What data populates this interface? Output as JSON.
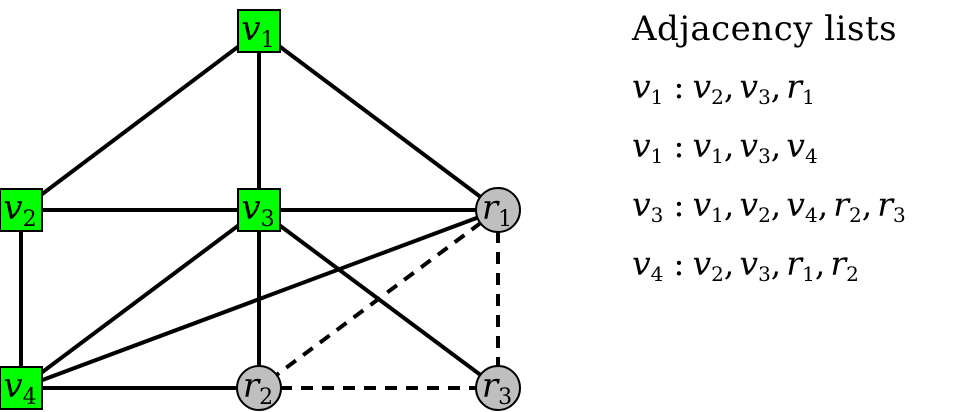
{
  "colors": {
    "vertex_fill": "#00ff00",
    "r_fill": "#bfbfbf",
    "stroke": "#000000",
    "background": "#ffffff"
  },
  "nodes": [
    {
      "id": "v1",
      "letter": "v",
      "sub": "1",
      "shape": "square"
    },
    {
      "id": "v2",
      "letter": "v",
      "sub": "2",
      "shape": "square"
    },
    {
      "id": "v3",
      "letter": "v",
      "sub": "3",
      "shape": "square"
    },
    {
      "id": "v4",
      "letter": "v",
      "sub": "4",
      "shape": "square"
    },
    {
      "id": "r1",
      "letter": "r",
      "sub": "1",
      "shape": "circle"
    },
    {
      "id": "r2",
      "letter": "r",
      "sub": "2",
      "shape": "circle"
    },
    {
      "id": "r3",
      "letter": "r",
      "sub": "3",
      "shape": "circle"
    }
  ],
  "edges": [
    {
      "from": "v1",
      "to": "v2",
      "style": "solid"
    },
    {
      "from": "v1",
      "to": "v3",
      "style": "solid"
    },
    {
      "from": "v1",
      "to": "r1",
      "style": "solid"
    },
    {
      "from": "v2",
      "to": "v3",
      "style": "solid"
    },
    {
      "from": "v2",
      "to": "v4",
      "style": "solid"
    },
    {
      "from": "v3",
      "to": "r1",
      "style": "solid"
    },
    {
      "from": "v3",
      "to": "v4",
      "style": "solid"
    },
    {
      "from": "v3",
      "to": "r2",
      "style": "solid"
    },
    {
      "from": "v3",
      "to": "r3",
      "style": "solid"
    },
    {
      "from": "v4",
      "to": "r1",
      "style": "solid"
    },
    {
      "from": "v4",
      "to": "r2",
      "style": "solid"
    },
    {
      "from": "r1",
      "to": "r2",
      "style": "dashed"
    },
    {
      "from": "r1",
      "to": "r3",
      "style": "dashed"
    },
    {
      "from": "r2",
      "to": "r3",
      "style": "dashed"
    }
  ],
  "adjacency": {
    "heading": "Adjacency lists",
    "rows": [
      {
        "head": {
          "letter": "v",
          "sub": "1"
        },
        "items": [
          {
            "letter": "v",
            "sub": "2"
          },
          {
            "letter": "v",
            "sub": "3"
          },
          {
            "letter": "r",
            "sub": "1"
          }
        ]
      },
      {
        "head": {
          "letter": "v",
          "sub": "1"
        },
        "items": [
          {
            "letter": "v",
            "sub": "1"
          },
          {
            "letter": "v",
            "sub": "3"
          },
          {
            "letter": "v",
            "sub": "4"
          }
        ]
      },
      {
        "head": {
          "letter": "v",
          "sub": "3"
        },
        "items": [
          {
            "letter": "v",
            "sub": "1"
          },
          {
            "letter": "v",
            "sub": "2"
          },
          {
            "letter": "v",
            "sub": "4"
          },
          {
            "letter": "r",
            "sub": "2"
          },
          {
            "letter": "r",
            "sub": "3"
          }
        ]
      },
      {
        "head": {
          "letter": "v",
          "sub": "4"
        },
        "items": [
          {
            "letter": "v",
            "sub": "2"
          },
          {
            "letter": "v",
            "sub": "3"
          },
          {
            "letter": "r",
            "sub": "1"
          },
          {
            "letter": "r",
            "sub": "2"
          }
        ]
      }
    ]
  }
}
